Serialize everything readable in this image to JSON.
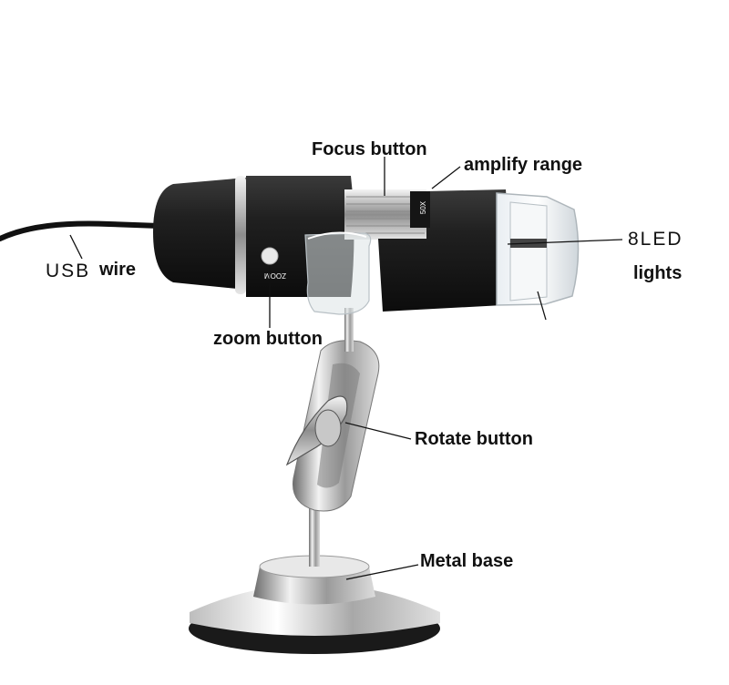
{
  "device": {
    "zoom_text": "ZOOM",
    "magnification_text": "50X"
  },
  "labels": {
    "focus": "Focus button",
    "amplify": "amplify range",
    "led_prefix": "8LED",
    "led_suffix": "lights",
    "usb": "USB",
    "wire": "wire",
    "zoom": "zoom button",
    "rotate": "Rotate button",
    "base": "Metal base"
  },
  "colors": {
    "body": "#1c1c1c",
    "chrome": "#c9c9c9",
    "background": "#ffffff",
    "text": "#111111"
  }
}
